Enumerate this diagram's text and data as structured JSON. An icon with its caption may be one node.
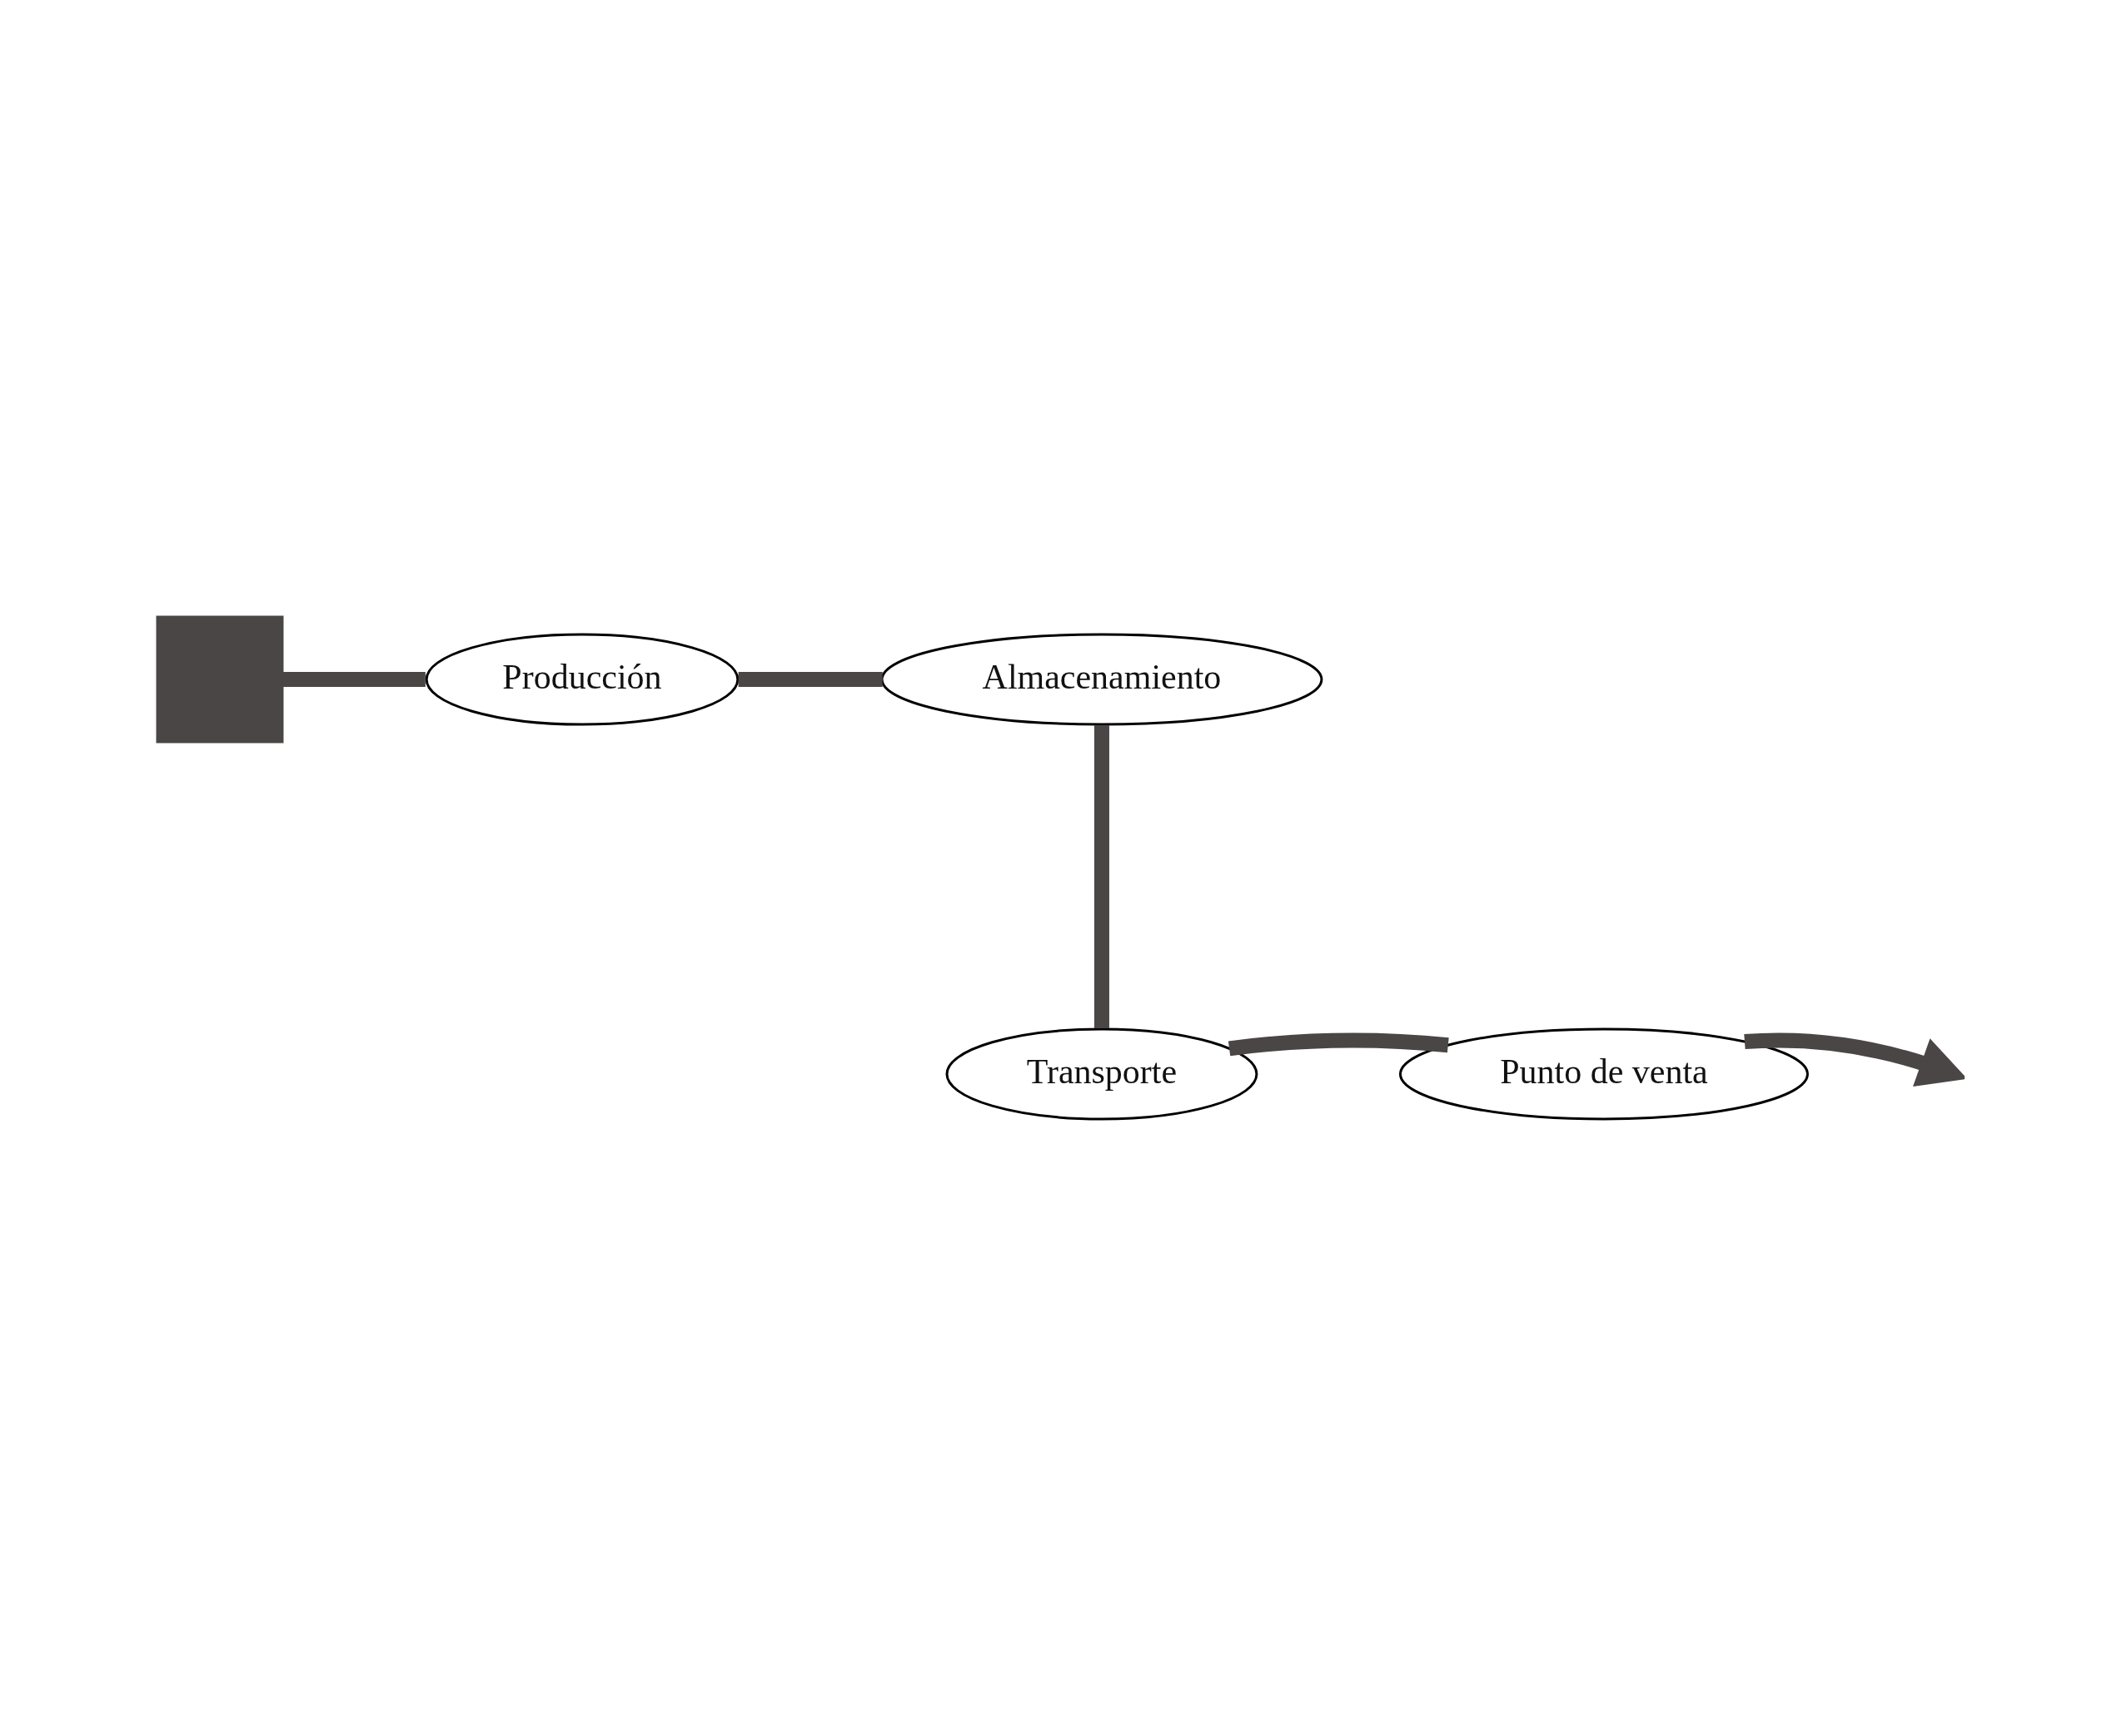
{
  "diagram": {
    "nodes": [
      {
        "text": [],
        "shape": "box"
      },
      {
        "text": [
          "Producción"
        ]
      },
      {
        "text": [
          "Almacenamiento"
        ]
      },
      {
        "text": [
          "Punto de venta"
        ]
      },
      {
        "text": [
          "Transporte"
        ]
      }
    ],
    "edges": [
      {
        "from": 0,
        "to": 1,
        "arrow": "none"
      },
      {
        "from": 1,
        "to": 2,
        "arrow": "none"
      },
      {
        "from": 2,
        "to": 4,
        "arrow": "none"
      },
      {
        "from": 4,
        "to": 3,
        "arrow": "none"
      },
      {
        "from": 3,
        "to": null,
        "arrow": "to"
      }
    ]
  }
}
